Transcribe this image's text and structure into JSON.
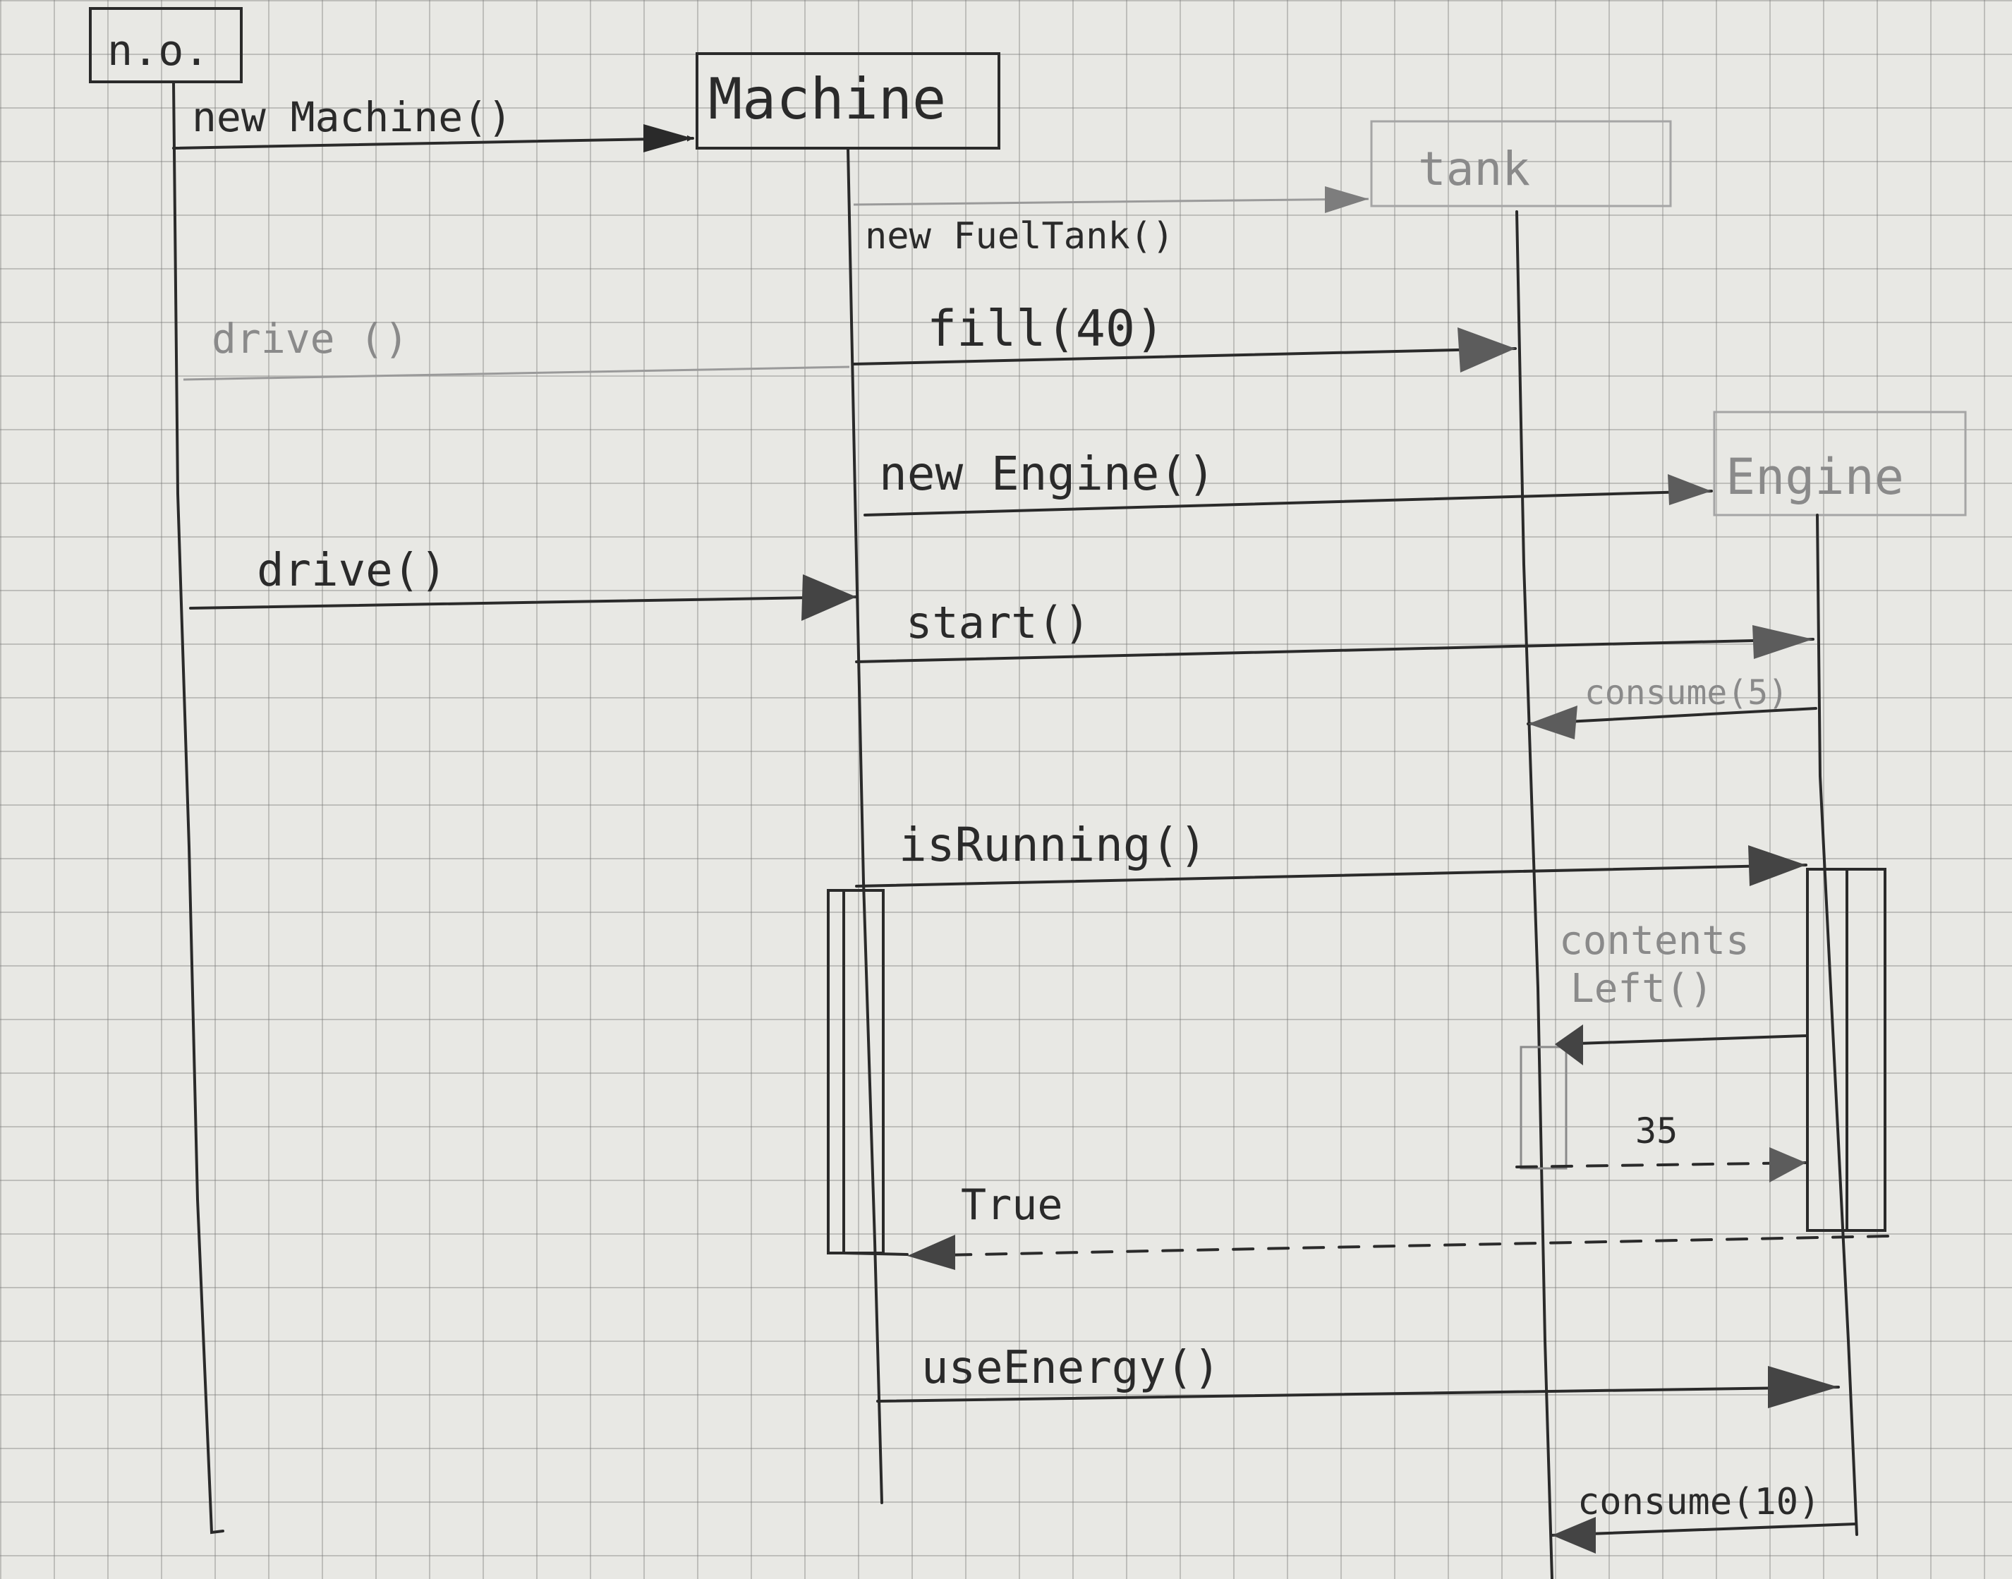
{
  "lifelines": {
    "client": "n.o.",
    "machine": "Machine",
    "tank": "tank",
    "engine": "Engine"
  },
  "messages": {
    "new_machine": "new Machine()",
    "new_fuel_tank": "new FuelTank()",
    "fill": "fill(40)",
    "drive_crossed": "drive ()",
    "new_engine": "new Engine()",
    "drive": "drive()",
    "start": "start()",
    "consume_5": "consume(5)",
    "is_running": "isRunning()",
    "contents_left_line1": "contents",
    "contents_left_line2": "Left()",
    "return_35": "35",
    "return_true": "True",
    "use_energy": "useEnergy()",
    "consume_10": "consume(10)"
  }
}
